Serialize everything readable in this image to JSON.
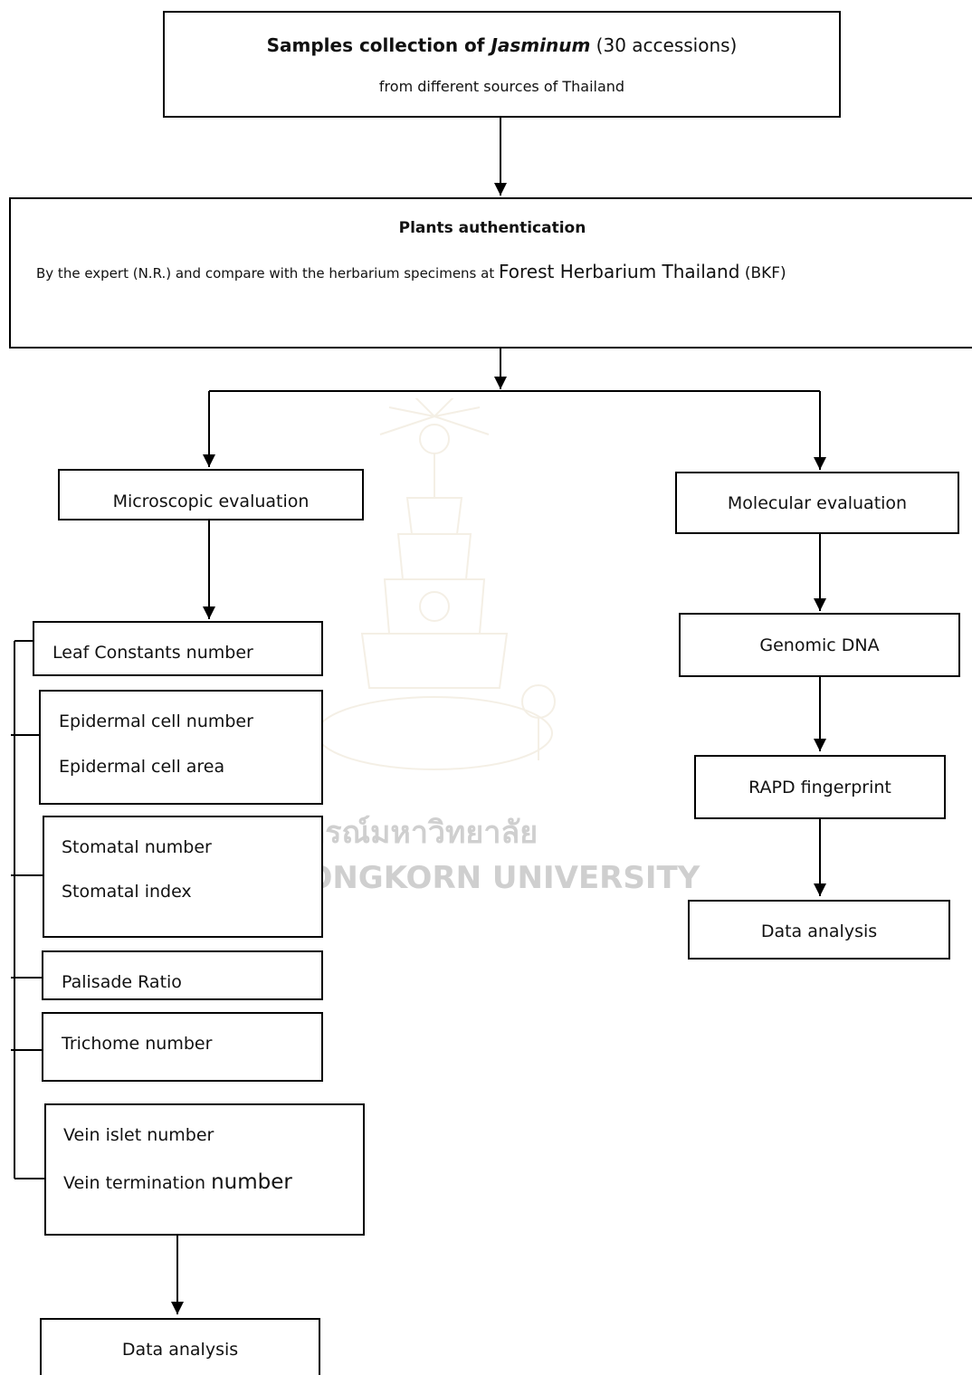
{
  "top": {
    "line1_prefix": "Samples collection of ",
    "line1_genus": "Jasminum",
    "line1_suffix": " (30 accessions)",
    "line2": "from different sources of Thailand"
  },
  "auth": {
    "title": "Plants authentication",
    "desc_main": "By the expert (N.R.) and compare with the herbarium specimens at ",
    "desc_big": "Forest Herbarium Thailand",
    "desc_end": " (BKF)"
  },
  "watermark": {
    "thai": "งกรณ์มหาวิทยาลัย",
    "latin": "LONGKORN UNIVERSITY"
  },
  "microscopic": {
    "title": "Microscopic evaluation",
    "leaf_constants": "Leaf Constants number",
    "epidermal_number": "Epidermal cell number",
    "epidermal_area": "Epidermal cell area",
    "stomatal_number": "Stomatal number",
    "stomatal_index": "Stomatal index",
    "palisade": "Palisade Ratio",
    "trichome": "Trichome number",
    "vein_islet": "Vein islet number",
    "vein_termination_a": "Vein termination ",
    "vein_termination_b": "number",
    "data_analysis": "Data analysis"
  },
  "molecular": {
    "title": "Molecular evaluation",
    "genomic": "Genomic DNA",
    "rapd": "RAPD fingerprint",
    "data_analysis": "Data analysis"
  }
}
